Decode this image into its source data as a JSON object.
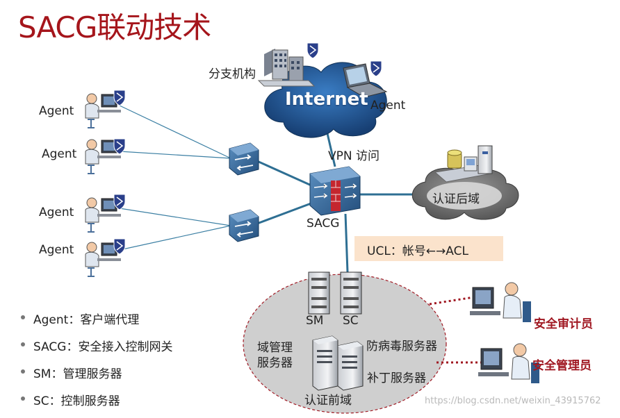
{
  "title": "SACG联动技术",
  "nodes": {
    "branch": "分支机构",
    "internet": "Internet",
    "agent_remote": "Agent",
    "agents": [
      "Agent",
      "Agent",
      "Agent",
      "Agent"
    ],
    "vpn": "VPN 访问",
    "sacg": "SACG",
    "auth_backend": "认证后域",
    "sm": "SM",
    "sc": "SC",
    "domain_server": "域管理\n服务器",
    "antivirus": "防病毒服务器",
    "patch": "补丁服务器",
    "auth_frontend": "认证前域",
    "auditor": "安全审计员",
    "admin": "安全管理员"
  },
  "ucl": {
    "text": "UCL：帐号←→ACL"
  },
  "legend": [
    "Agent：客户端代理",
    "SACG：安全接入控制网关",
    "SM：管理服务器",
    "SC：控制服务器"
  ],
  "watermark": "https://blog.csdn.net/weixin_43915762",
  "colors": {
    "title": "#a5151b",
    "link": "#2e6f93",
    "dotted": "#a01822",
    "cloud": "#1f5c99",
    "ellipse": "#cfcfcf",
    "ucl_bg": "#fbe3cc"
  },
  "icons": {
    "switch": "switch-icon",
    "firewall": "firewall-icon",
    "server": "server-icon",
    "user": "user-workstation-icon",
    "shield": "shield-icon",
    "laptop": "laptop-icon",
    "building": "building-icon"
  }
}
